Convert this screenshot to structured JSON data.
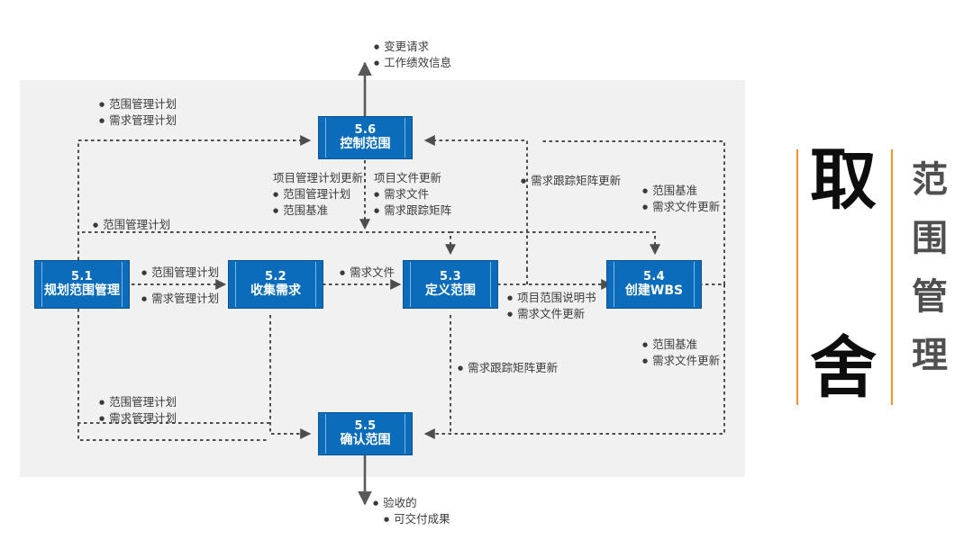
{
  "diagram": {
    "title_block": {
      "headline": "取舍",
      "headline_char_1": "取",
      "headline_char_2": "舍",
      "subject": "范围管理",
      "subject_chars": [
        "范",
        "围",
        "管",
        "理"
      ],
      "accent_color": "#f3922b",
      "headline_color": "#0d0d0d",
      "subject_color": "#4f4f4f"
    },
    "panel": {
      "background_color": "#f1f1f1",
      "box_fill": "#0a6cba",
      "box_border": "#08538f",
      "box_inner_line": "#7fb8e0",
      "flow_line_color": "#4d4d4d",
      "solid_line_color": "#595959"
    },
    "processes": [
      {
        "id": "p56",
        "number": "5.6",
        "name": "控制范围"
      },
      {
        "id": "p51",
        "number": "5.1",
        "name": "规划范围管理"
      },
      {
        "id": "p52",
        "number": "5.2",
        "name": "收集需求"
      },
      {
        "id": "p53",
        "number": "5.3",
        "name": "定义范围"
      },
      {
        "id": "p54",
        "number": "5.4",
        "name": "创建WBS"
      },
      {
        "id": "p55",
        "number": "5.5",
        "name": "确认范围"
      }
    ],
    "labels": {
      "top_output": {
        "line1": "变更请求",
        "line2": "工作绩效信息"
      },
      "to_56_from_51": {
        "line1": "范围管理计划",
        "line2": "需求管理计划"
      },
      "pm_plan_update": {
        "header": "项目管理计划更新",
        "line1": "范围管理计划",
        "line2": "范围基准"
      },
      "project_doc_update": {
        "header": "项目文件更新",
        "line1": "需求文件",
        "line2": "需求跟踪矩阵"
      },
      "rtm_update_top": {
        "line1": "需求跟踪矩阵更新"
      },
      "baseline_docs_top": {
        "line1": "范围基准",
        "line2": "需求文件更新"
      },
      "scope_plan_mid": {
        "line1": "范围管理计划"
      },
      "p51_to_p52": {
        "line1": "范围管理计划",
        "line2": "需求管理计划"
      },
      "p52_to_p53": {
        "line1": "需求文件"
      },
      "p53_to_p54": {
        "line1": "项目范围说明书",
        "line2": "需求文件更新"
      },
      "baseline_docs_bottom": {
        "line1": "范围基准",
        "line2": "需求文件更新"
      },
      "rtm_update_bottom": {
        "line1": "需求跟踪矩阵更新"
      },
      "to_55_plans": {
        "line1": "范围管理计划",
        "line2": "需求管理计划"
      },
      "bottom_output": {
        "line1": "验收的",
        "line2": "可交付成果"
      }
    }
  }
}
